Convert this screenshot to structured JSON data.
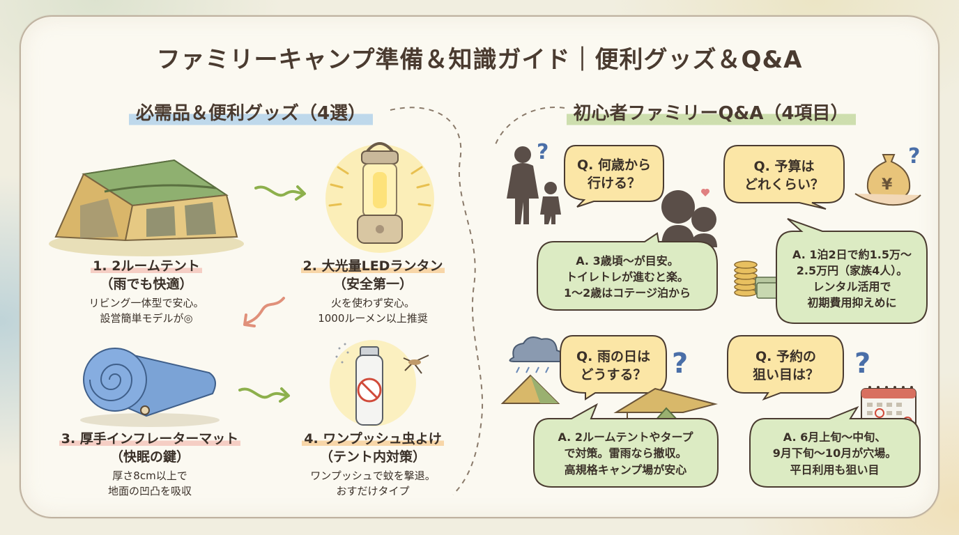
{
  "title": "ファミリーキャンプ準備＆知識ガイド｜便利グッズ＆Q&A",
  "left_section": {
    "title": "必需品＆便利グッズ（4選）",
    "items": [
      {
        "name_line1": "1. 2ルームテント",
        "name_line2": "（雨でも快適）",
        "desc_line1": "リビング一体型で安心。",
        "desc_line2": "設営簡単モデルが◎",
        "icon": "tent-icon"
      },
      {
        "name_line1": "2. 大光量LEDランタン",
        "name_line2": "（安全第一）",
        "desc_line1": "火を使わず安心。",
        "desc_line2": "1000ルーメン以上推奨",
        "icon": "lantern-icon"
      },
      {
        "name_line1": "3. 厚手インフレーターマット",
        "name_line2": "（快眠の鍵）",
        "desc_line1": "厚さ8cm以上で",
        "desc_line2": "地面の凹凸を吸収",
        "icon": "mat-icon"
      },
      {
        "name_line1": "4. ワンプッシュ虫よけ",
        "name_line2": "（テント内対策）",
        "desc_line1": "ワンプッシュで蚊を撃退。",
        "desc_line2": "おすだけタイプ",
        "icon": "insect-spray-icon"
      }
    ]
  },
  "right_section": {
    "title": "初心者ファミリーQ&A（4項目）",
    "qa": [
      {
        "q_line1": "Q. 何歳から",
        "q_line2": "行ける？",
        "a_line1": "A. 3歳頃～が目安。",
        "a_line2": "トイレトレが進むと楽。",
        "a_line3": "1～2歳はコテージ泊から",
        "icon": "family-icon"
      },
      {
        "q_line1": "Q. 予算は",
        "q_line2": "どれくらい？",
        "a_line1": "A. 1泊2日で約1.5万～",
        "a_line2": "2.5万円（家族4人）。",
        "a_line3": "レンタル活用で",
        "a_line4": "初期費用抑えめに",
        "icon": "money-bag-icon"
      },
      {
        "q_line1": "Q. 雨の日は",
        "q_line2": "どうする？",
        "a_line1": "A. 2ルームテントやタープ",
        "a_line2": "で対策。雷雨なら撤収。",
        "a_line3": "高規格キャンプ場が安心",
        "icon": "rain-cloud-icon"
      },
      {
        "q_line1": "Q. 予約の",
        "q_line2": "狙い目は？",
        "a_line1": "A. 6月上旬～中旬、",
        "a_line2": "9月下旬～10月が穴場。",
        "a_line3": "平日利用も狙い目",
        "icon": "calendar-icon"
      }
    ]
  },
  "colors": {
    "q_bubble": "#fbe6a6",
    "a_bubble": "#dcebc3",
    "outline": "#4a3b30"
  }
}
